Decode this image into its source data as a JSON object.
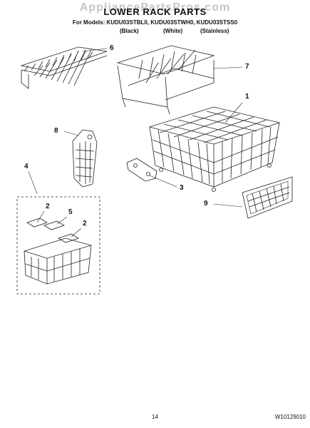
{
  "watermark": "AppliancePartsPros.com",
  "title": "LOWER RACK PARTS",
  "models_line": "For Models: KUDU03STBL0, KUDU03STWH0, KUDU03STSS0",
  "finishes": [
    "(Black)",
    "(White)",
    "(Stainless)"
  ],
  "callouts": {
    "c1": "1",
    "c2a": "2",
    "c2b": "2",
    "c3": "3",
    "c4": "4",
    "c5": "5",
    "c6": "6",
    "c7": "7",
    "c8": "8",
    "c9": "9"
  },
  "page_number": "14",
  "document_number": "W10129010"
}
